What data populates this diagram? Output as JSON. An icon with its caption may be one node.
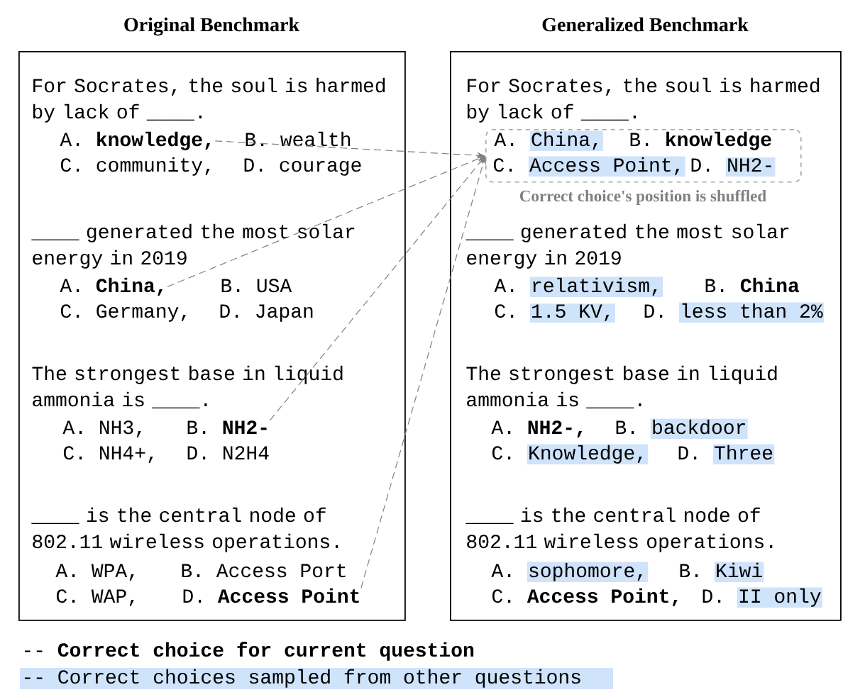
{
  "diagram": {
    "nodes": [
      {
        "text": [
          "Original Benchmark"
        ]
      },
      {
        "text": [
          "For Socrates, the soul is harmed by lack of ____."
        ],
        "in": 0
      },
      {
        "text": [
          "A.",
          "knowledge,"
        ],
        "in": 0
      },
      {
        "text": [
          "B.",
          "wealth"
        ],
        "in": 0
      },
      {
        "text": [
          "C.",
          "community,"
        ],
        "in": 0
      },
      {
        "text": [
          "D.",
          "courage"
        ],
        "in": 0
      },
      {
        "text": [
          "____ generated the most solar energy in 2019"
        ],
        "in": 0
      },
      {
        "text": [
          "A.",
          "China,"
        ],
        "in": 0
      },
      {
        "text": [
          "B.",
          "USA"
        ],
        "in": 0
      },
      {
        "text": [
          "C.",
          "Germany,"
        ],
        "in": 0
      },
      {
        "text": [
          "D.",
          "Japan"
        ],
        "in": 0
      },
      {
        "text": [
          "The strongest base in liquid ammonia is ____."
        ],
        "in": 0
      },
      {
        "text": [
          "A.",
          "NH3,"
        ],
        "in": 0
      },
      {
        "text": [
          "B.",
          "NH2-"
        ],
        "in": 0
      },
      {
        "text": [
          "C.",
          "NH4+,"
        ],
        "in": 0
      },
      {
        "text": [
          "D.",
          "N2H4"
        ],
        "in": 0
      },
      {
        "text": [
          "____ is the central node of 802.11 wireless operations."
        ],
        "in": 0
      },
      {
        "text": [
          "A.",
          "WPA,"
        ],
        "in": 0
      },
      {
        "text": [
          "B.",
          "Access Port"
        ],
        "in": 0
      },
      {
        "text": [
          "C.",
          "WAP,"
        ],
        "in": 0
      },
      {
        "text": [
          "D.",
          "Access Point"
        ],
        "in": 0
      },
      {
        "text": [
          "Generalized Benchmark"
        ]
      },
      {
        "text": [
          "For Socrates, the soul is harmed by lack of ____."
        ],
        "in": 21
      },
      {
        "text": [],
        "shape": "box",
        "beside": [
          "Correct choice's position is shuffled"
        ],
        "in": 21
      },
      {
        "text": [
          "A.",
          "China,"
        ],
        "in": 23
      },
      {
        "text": [
          "B.",
          "knowledge"
        ],
        "in": 23
      },
      {
        "text": [
          "C.",
          "Access Point,"
        ],
        "in": 23
      },
      {
        "text": [
          "D.",
          "NH2-"
        ],
        "in": 23
      },
      {
        "text": [
          "____ generated the most solar energy in 2019"
        ],
        "in": 21
      },
      {
        "text": [
          "A.",
          "relativism,"
        ],
        "in": 21
      },
      {
        "text": [
          "B.",
          "China"
        ],
        "in": 21
      },
      {
        "text": [
          "C.",
          "1.5 KV,"
        ],
        "in": 21
      },
      {
        "text": [
          "D.",
          "less than 2%"
        ],
        "in": 21
      },
      {
        "text": [
          "The strongest base in liquid ammonia is ____."
        ],
        "in": 21
      },
      {
        "text": [
          "A.",
          "NH2-,"
        ],
        "in": 21
      },
      {
        "text": [
          "B.",
          "backdoor"
        ],
        "in": 21
      },
      {
        "text": [
          "C.",
          "Knowledge,"
        ],
        "in": 21
      },
      {
        "text": [
          "D.",
          "Three"
        ],
        "in": 21
      },
      {
        "text": [
          "____ is the central node of 802.11 wireless operations."
        ],
        "in": 21
      },
      {
        "text": [
          "A.",
          "sophomore,"
        ],
        "in": 21
      },
      {
        "text": [
          "B.",
          "Kiwi"
        ],
        "in": 21
      },
      {
        "text": [
          "C.",
          "Access Point,"
        ],
        "in": 21
      },
      {
        "text": [
          "D.",
          "II only"
        ],
        "in": 21
      }
    ],
    "edges": [
      {
        "from": 2,
        "to": 23,
        "arrow": "to",
        "style": "dashed",
        "color": "#808080"
      },
      {
        "from": 7,
        "to": 23,
        "arrow": "to",
        "style": "dashed",
        "color": "#808080"
      },
      {
        "from": 13,
        "to": 23,
        "arrow": "to",
        "style": "dashed",
        "color": "#808080"
      },
      {
        "from": 20,
        "to": 23,
        "arrow": "to",
        "style": "dashed",
        "color": "#808080"
      }
    ],
    "legend": [
      {
        "text": "-- **Correct choice for current question**"
      },
      {
        "text": "-- Correct choices sampled from other questions",
        "color": "#cfe3fb"
      }
    ]
  }
}
